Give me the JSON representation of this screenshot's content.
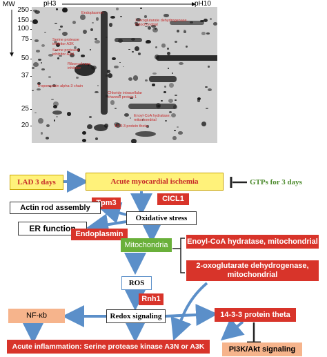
{
  "gel": {
    "mw_label": "MW",
    "ph_left": "pH3",
    "ph_right": "pH10",
    "mw_ticks": [
      "250",
      "150",
      "100",
      "75",
      "50",
      "37",
      "25",
      "20"
    ],
    "spot_labels": [
      "Endoplasmin",
      "2-oxoglutarate dehydrogenase,\nmitochondrial",
      "Serine protease\ninhibitor A3K",
      "Serine protease\ninhibitor A3N",
      "Ribonuclease\ninhibitor",
      "Tropomyosin alpha-3 chain",
      "Chloride intracellular\nchannel protein 1",
      "Enoyl-CoA hydratase,\nmitochondrial",
      "14-3-3 protein theta"
    ]
  },
  "diagram": {
    "lad": "LAD 3 days",
    "ischemia": "Acute myocardial ischemia",
    "gtps": "GTPs for 3 days",
    "cicl1": "CICL1",
    "tpm3": "Tpm3",
    "actin": "Actin rod assembly",
    "oxidative": "Oxidative stress",
    "er": "ER function",
    "endoplasmin": "Endoplasmin",
    "mito": "Mitochondria",
    "enoyl": "Enoyl-CoA hydratase, mitochondrial",
    "oxoglut": "2-oxoglutarate dehydrogenase,\nmitochondrial",
    "ros": "ROS",
    "rnh1": "Rnh1",
    "nfkb": "NF-κb",
    "redox": "Redox signaling",
    "theta": "14-3-3 protein theta",
    "inflammation": "Acute inflammation: Serine protease kinase A3N or A3K",
    "pi3k": "PI3K/Akt signaling"
  },
  "colors": {
    "red": "#d8342a",
    "yellow": "#fff27a",
    "arrow_blue": "#5b8fc9",
    "green": "#6ab03a",
    "peach": "#f6b48c",
    "gtps_green": "#4c8a2c"
  }
}
